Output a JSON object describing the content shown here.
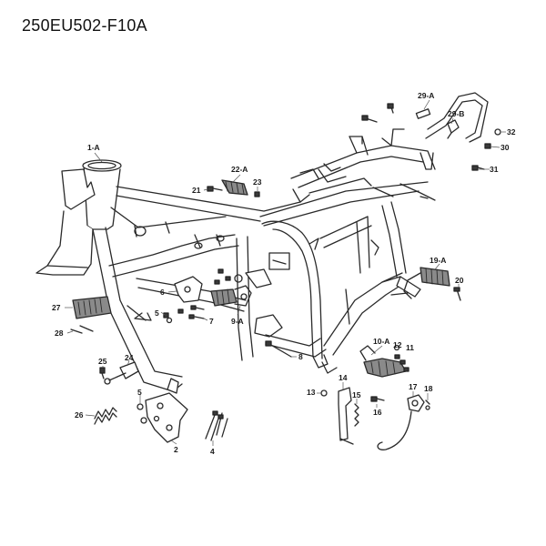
{
  "title": "250EU502-F10A",
  "callouts": [
    {
      "id": "c-1a",
      "label": "1-A"
    },
    {
      "id": "c-2",
      "label": "2"
    },
    {
      "id": "c-4",
      "label": "4"
    },
    {
      "id": "c-5a",
      "label": "5"
    },
    {
      "id": "c-5b",
      "label": "5"
    },
    {
      "id": "c-6",
      "label": "6"
    },
    {
      "id": "c-7",
      "label": "7"
    },
    {
      "id": "c-8",
      "label": "8"
    },
    {
      "id": "c-9a",
      "label": "9-A"
    },
    {
      "id": "c-10a",
      "label": "10-A"
    },
    {
      "id": "c-11",
      "label": "11"
    },
    {
      "id": "c-12",
      "label": "12"
    },
    {
      "id": "c-13",
      "label": "13"
    },
    {
      "id": "c-14",
      "label": "14"
    },
    {
      "id": "c-15",
      "label": "15"
    },
    {
      "id": "c-16",
      "label": "16"
    },
    {
      "id": "c-17",
      "label": "17"
    },
    {
      "id": "c-18",
      "label": "18"
    },
    {
      "id": "c-19a",
      "label": "19-A"
    },
    {
      "id": "c-20",
      "label": "20"
    },
    {
      "id": "c-21",
      "label": "21"
    },
    {
      "id": "c-22a",
      "label": "22-A"
    },
    {
      "id": "c-23",
      "label": "23"
    },
    {
      "id": "c-24",
      "label": "24"
    },
    {
      "id": "c-25",
      "label": "25"
    },
    {
      "id": "c-26",
      "label": "26"
    },
    {
      "id": "c-27",
      "label": "27"
    },
    {
      "id": "c-28",
      "label": "28"
    },
    {
      "id": "c-29a",
      "label": "29-A"
    },
    {
      "id": "c-29b",
      "label": "29-B"
    },
    {
      "id": "c-30",
      "label": "30"
    },
    {
      "id": "c-31",
      "label": "31"
    },
    {
      "id": "c-32",
      "label": "32"
    }
  ]
}
